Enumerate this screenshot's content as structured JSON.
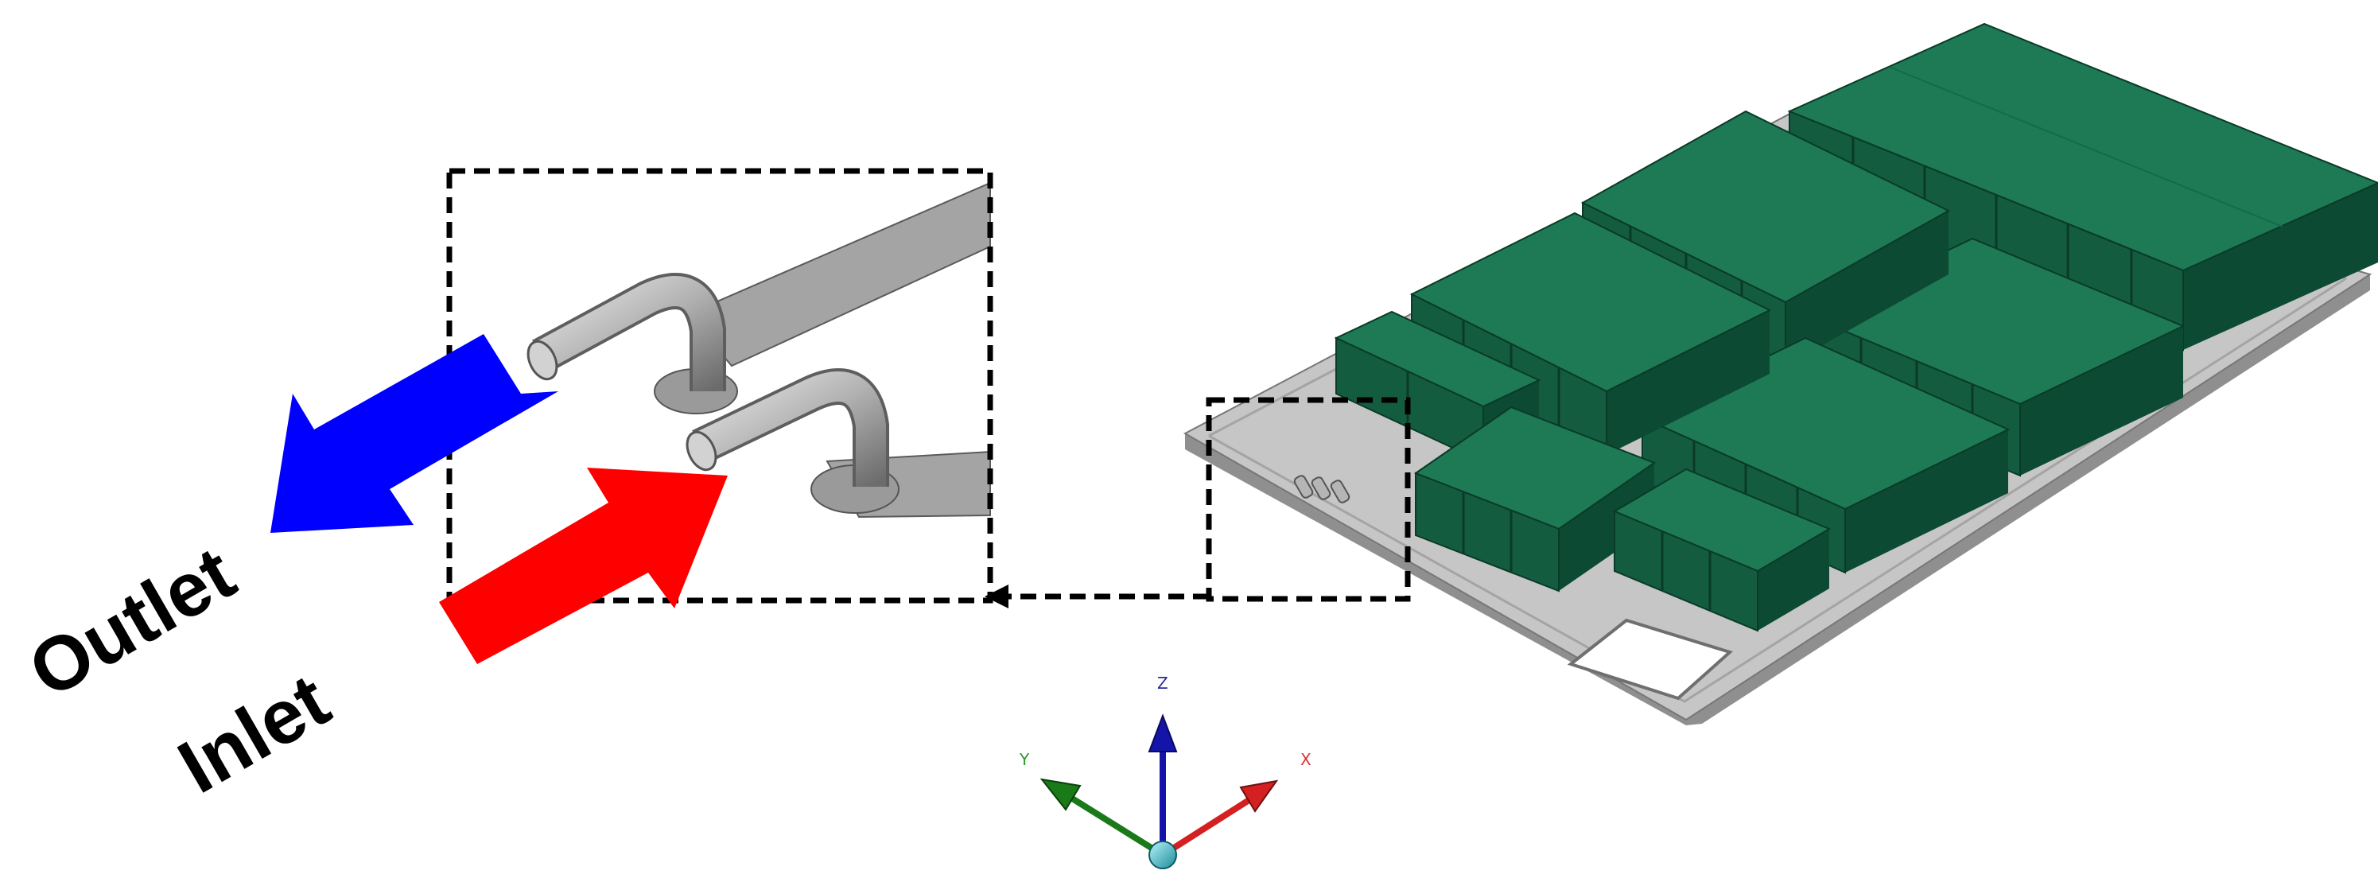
{
  "labels": {
    "outlet": "Outlet",
    "inlet": "Inlet"
  },
  "axes": {
    "x": "X",
    "y": "Y",
    "z": "Z"
  },
  "colors": {
    "outlet_arrow": "#0000ff",
    "inlet_arrow": "#ff0000",
    "battery_module": "#11704c",
    "tray": "#c4c4c4",
    "pipe": "#a8a8a8",
    "x_axis": "#d42020",
    "y_axis": "#1a7a1a",
    "z_axis": "#1414a8",
    "origin": "#2ab8c8"
  }
}
